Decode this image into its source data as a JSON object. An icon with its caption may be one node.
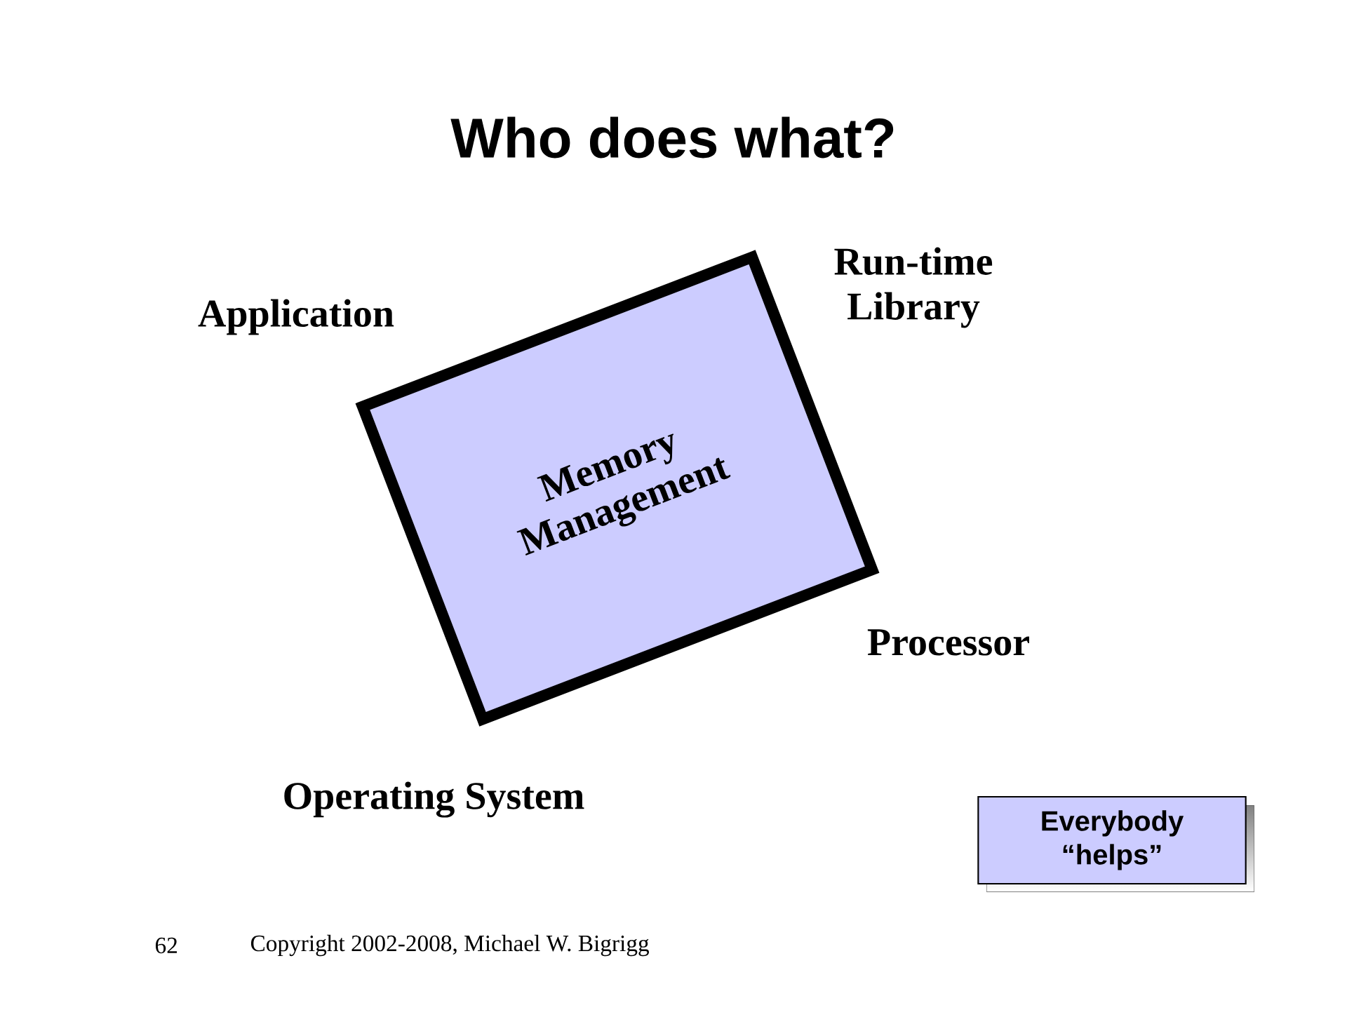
{
  "diagram": {
    "title": "Who does what?",
    "nodes": [
      {
        "text": [
          "Memory Management"
        ]
      },
      {
        "text": [
          "Everybody “helps”"
        ]
      }
    ],
    "labels": [
      "Application",
      "Run-time Library",
      "Processor",
      "Operating System",
      "62",
      "Copyright 2002-2008, Michael W. Bigrigg"
    ]
  }
}
